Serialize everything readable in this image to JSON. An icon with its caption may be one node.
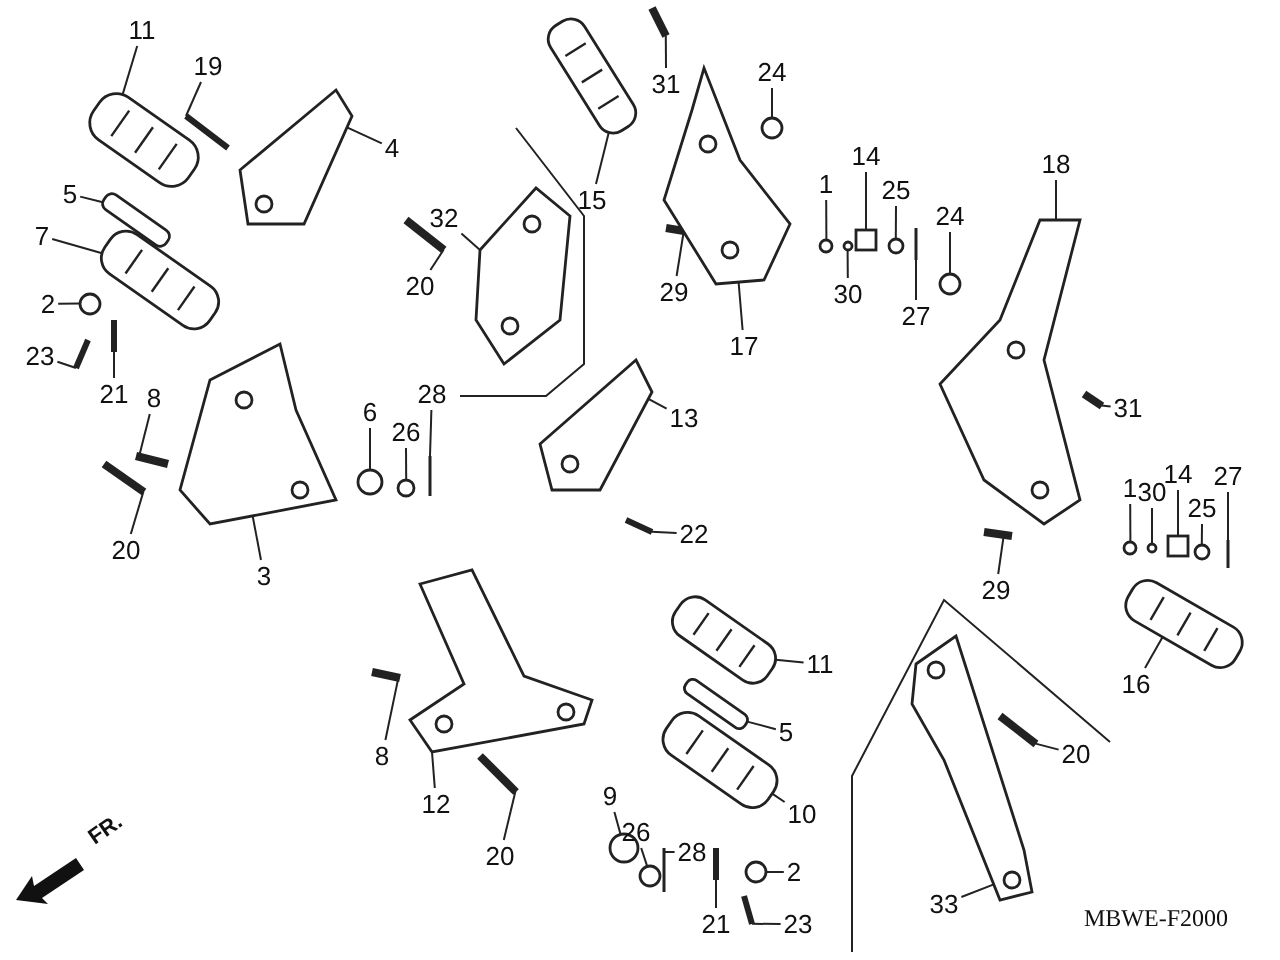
{
  "diagram": {
    "nodes": [
      {
        "text": [
          "11"
        ]
      },
      {
        "text": [
          "19"
        ]
      },
      {
        "text": [
          "4"
        ]
      },
      {
        "text": [
          "5"
        ]
      },
      {
        "text": [
          "7"
        ]
      },
      {
        "text": [
          "2"
        ]
      },
      {
        "text": [
          "23"
        ]
      },
      {
        "text": [
          "21"
        ]
      },
      {
        "text": [
          "8"
        ]
      },
      {
        "text": [
          "20"
        ]
      },
      {
        "text": [
          "3"
        ]
      },
      {
        "text": [
          "32"
        ]
      },
      {
        "text": [
          "20"
        ]
      },
      {
        "text": [
          "28"
        ]
      },
      {
        "text": [
          "15"
        ]
      },
      {
        "text": [
          "31"
        ]
      },
      {
        "text": [
          "24"
        ]
      },
      {
        "text": [
          "29"
        ]
      },
      {
        "text": [
          "17"
        ]
      },
      {
        "text": [
          "1"
        ]
      },
      {
        "text": [
          "14"
        ]
      },
      {
        "text": [
          "30"
        ]
      },
      {
        "text": [
          "25"
        ]
      },
      {
        "text": [
          "27"
        ]
      },
      {
        "text": [
          "24"
        ]
      },
      {
        "text": [
          "18"
        ]
      },
      {
        "text": [
          "31"
        ]
      },
      {
        "text": [
          "13"
        ]
      },
      {
        "text": [
          "6"
        ]
      },
      {
        "text": [
          "26"
        ]
      },
      {
        "text": [
          "22"
        ]
      },
      {
        "text": [
          "11"
        ]
      },
      {
        "text": [
          "5"
        ]
      },
      {
        "text": [
          "10"
        ]
      },
      {
        "text": [
          "2"
        ]
      },
      {
        "text": [
          "23"
        ]
      },
      {
        "text": [
          "21"
        ]
      },
      {
        "text": [
          "28"
        ]
      },
      {
        "text": [
          "26"
        ]
      },
      {
        "text": [
          "9"
        ]
      },
      {
        "text": [
          "12"
        ]
      },
      {
        "text": [
          "8"
        ]
      },
      {
        "text": [
          "20"
        ]
      },
      {
        "text": [
          "20"
        ]
      },
      {
        "text": [
          "33"
        ]
      },
      {
        "text": [
          "16"
        ]
      },
      {
        "text": [
          "29"
        ]
      },
      {
        "text": [
          "1"
        ]
      },
      {
        "text": [
          "30"
        ]
      },
      {
        "text": [
          "14"
        ]
      },
      {
        "text": [
          "25"
        ]
      },
      {
        "text": [
          "27"
        ]
      },
      {
        "text": [],
        "shape": "picture"
      },
      {
        "text": [],
        "shape": "bar"
      },
      {
        "text": [],
        "shape": "picture"
      },
      {
        "text": [],
        "shape": "bar"
      },
      {
        "text": [],
        "shape": "picture"
      },
      {
        "text": [],
        "shape": "circle"
      },
      {
        "text": [],
        "shape": "bar"
      },
      {
        "text": [],
        "shape": "bar"
      },
      {
        "text": [],
        "shape": "bar"
      },
      {
        "text": [],
        "shape": "bar"
      },
      {
        "text": [],
        "shape": "picture"
      },
      {
        "text": [],
        "shape": "picture"
      },
      {
        "text": [],
        "shape": "bar"
      },
      {
        "text": [],
        "shape": "bar"
      },
      {
        "text": [],
        "shape": "picture"
      },
      {
        "text": [],
        "shape": "bar"
      },
      {
        "text": [],
        "shape": "circle"
      },
      {
        "text": [],
        "shape": "bar"
      },
      {
        "text": [],
        "shape": "picture"
      },
      {
        "text": [],
        "shape": "circle"
      },
      {
        "text": [],
        "shape": "box"
      },
      {
        "text": [],
        "shape": "circle"
      },
      {
        "text": [],
        "shape": "circle"
      },
      {
        "text": [],
        "shape": "bar"
      },
      {
        "text": [],
        "shape": "circle"
      },
      {
        "text": [],
        "shape": "picture"
      },
      {
        "text": [],
        "shape": "bar"
      },
      {
        "text": [],
        "shape": "picture"
      },
      {
        "text": [],
        "shape": "circle"
      },
      {
        "text": [],
        "shape": "circle"
      },
      {
        "text": [],
        "shape": "bar"
      },
      {
        "text": [],
        "shape": "picture"
      },
      {
        "text": [],
        "shape": "bar"
      },
      {
        "text": [],
        "shape": "picture"
      },
      {
        "text": [],
        "shape": "circle"
      },
      {
        "text": [],
        "shape": "bar"
      },
      {
        "text": [],
        "shape": "bar"
      },
      {
        "text": [],
        "shape": "bar"
      },
      {
        "text": [],
        "shape": "circle"
      },
      {
        "text": [],
        "shape": "circle"
      },
      {
        "text": [],
        "shape": "picture"
      },
      {
        "text": [],
        "shape": "bar"
      },
      {
        "text": [],
        "shape": "bar"
      },
      {
        "text": [],
        "shape": "bar"
      },
      {
        "text": [],
        "shape": "picture"
      },
      {
        "text": [],
        "shape": "picture"
      },
      {
        "text": [],
        "shape": "bar"
      },
      {
        "text": [],
        "shape": "circle"
      },
      {
        "text": [],
        "shape": "circle"
      },
      {
        "text": [],
        "shape": "box"
      },
      {
        "text": [],
        "shape": "circle"
      },
      {
        "text": [],
        "shape": "bar"
      }
    ],
    "edges": [
      {
        "from": 0,
        "to": 52,
        "arrow": "none"
      },
      {
        "from": 1,
        "to": 53,
        "arrow": "none"
      },
      {
        "from": 2,
        "to": 54,
        "arrow": "none"
      },
      {
        "from": 3,
        "to": 55,
        "arrow": "none"
      },
      {
        "from": 4,
        "to": 56,
        "arrow": "none"
      },
      {
        "from": 5,
        "to": 57,
        "arrow": "none"
      },
      {
        "from": 6,
        "to": 58,
        "arrow": "none"
      },
      {
        "from": 7,
        "to": 59,
        "arrow": "none"
      },
      {
        "from": 8,
        "to": 60,
        "arrow": "none"
      },
      {
        "from": 9,
        "to": 61,
        "arrow": "none"
      },
      {
        "from": 10,
        "to": 62,
        "arrow": "none"
      },
      {
        "from": 11,
        "to": 63,
        "arrow": "none"
      },
      {
        "from": 12,
        "to": 64,
        "arrow": "none"
      },
      {
        "from": 13,
        "to": 65,
        "arrow": "none"
      },
      {
        "from": 14,
        "to": 66,
        "arrow": "none"
      },
      {
        "from": 15,
        "to": 67,
        "arrow": "none"
      },
      {
        "from": 16,
        "to": 68,
        "arrow": "none"
      },
      {
        "from": 17,
        "to": 69,
        "arrow": "none"
      },
      {
        "from": 18,
        "to": 70,
        "arrow": "none"
      },
      {
        "from": 19,
        "to": 71,
        "arrow": "none"
      },
      {
        "from": 20,
        "to": 72,
        "arrow": "none"
      },
      {
        "from": 21,
        "to": 73,
        "arrow": "none"
      },
      {
        "from": 22,
        "to": 74,
        "arrow": "none"
      },
      {
        "from": 23,
        "to": 75,
        "arrow": "none"
      },
      {
        "from": 24,
        "to": 76,
        "arrow": "none"
      },
      {
        "from": 25,
        "to": 77,
        "arrow": "none"
      },
      {
        "from": 26,
        "to": 78,
        "arrow": "none"
      },
      {
        "from": 27,
        "to": 79,
        "arrow": "none"
      },
      {
        "from": 28,
        "to": 80,
        "arrow": "none"
      },
      {
        "from": 29,
        "to": 81,
        "arrow": "none"
      },
      {
        "from": 30,
        "to": 82,
        "arrow": "none"
      },
      {
        "from": 31,
        "to": 83,
        "arrow": "none"
      },
      {
        "from": 32,
        "to": 84,
        "arrow": "none"
      },
      {
        "from": 33,
        "to": 85,
        "arrow": "none"
      },
      {
        "from": 34,
        "to": 86,
        "arrow": "none"
      },
      {
        "from": 35,
        "to": 87,
        "arrow": "none"
      },
      {
        "from": 36,
        "to": 88,
        "arrow": "none"
      },
      {
        "from": 37,
        "to": 89,
        "arrow": "none"
      },
      {
        "from": 38,
        "to": 90,
        "arrow": "none"
      },
      {
        "from": 39,
        "to": 91,
        "arrow": "none"
      },
      {
        "from": 40,
        "to": 92,
        "arrow": "none"
      },
      {
        "from": 41,
        "to": 93,
        "arrow": "none"
      },
      {
        "from": 42,
        "to": 94,
        "arrow": "none"
      },
      {
        "from": 43,
        "to": 95,
        "arrow": "none"
      },
      {
        "from": 44,
        "to": 96,
        "arrow": "none"
      },
      {
        "from": 45,
        "to": 97,
        "arrow": "none"
      },
      {
        "from": 46,
        "to": 98,
        "arrow": "none"
      },
      {
        "from": 47,
        "to": 99,
        "arrow": "none"
      },
      {
        "from": 48,
        "to": 100,
        "arrow": "none"
      },
      {
        "from": 49,
        "to": 101,
        "arrow": "none"
      },
      {
        "from": 50,
        "to": 102,
        "arrow": "none"
      },
      {
        "from": 51,
        "to": 103,
        "arrow": "none"
      }
    ],
    "labels": [
      "FR.",
      "MBWE-F2000"
    ]
  }
}
